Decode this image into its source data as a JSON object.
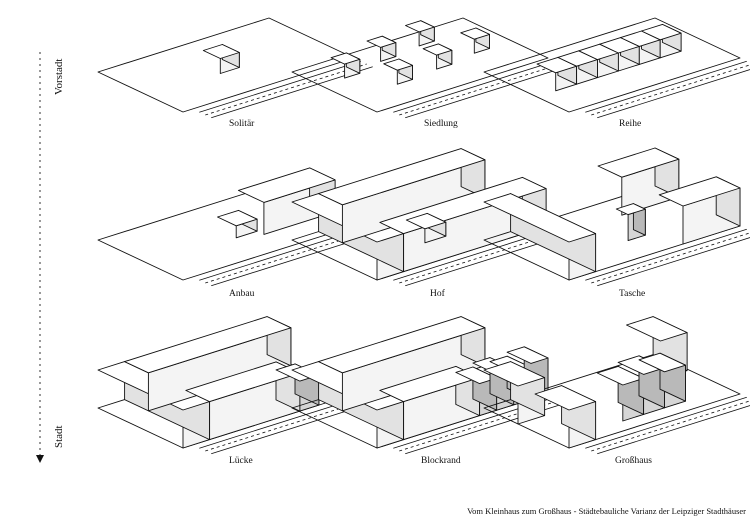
{
  "axis": {
    "top_label": "Vorstadt",
    "bottom_label": "Stadt"
  },
  "panels": [
    {
      "id": "solitaer",
      "label": "Solitär"
    },
    {
      "id": "siedlung",
      "label": "Siedlung"
    },
    {
      "id": "reihe",
      "label": "Reihe"
    },
    {
      "id": "anbau",
      "label": "Anbau"
    },
    {
      "id": "hof",
      "label": "Hof"
    },
    {
      "id": "tasche",
      "label": "Tasche"
    },
    {
      "id": "luecke",
      "label": "Lücke"
    },
    {
      "id": "blockrand",
      "label": "Blockrand"
    },
    {
      "id": "grosshaus",
      "label": "Großhaus"
    }
  ],
  "caption": "Vom Kleinhaus zum Großhaus - Städtebauliche Varianz der Leipziger Stadthäuser",
  "colors": {
    "line": "#111111",
    "roof": "#ffffff",
    "face_left": "#f4f4f4",
    "face_right": "#e2e2e2",
    "infill_left": "#d6d6d6",
    "infill_right": "#b9b9b9"
  }
}
